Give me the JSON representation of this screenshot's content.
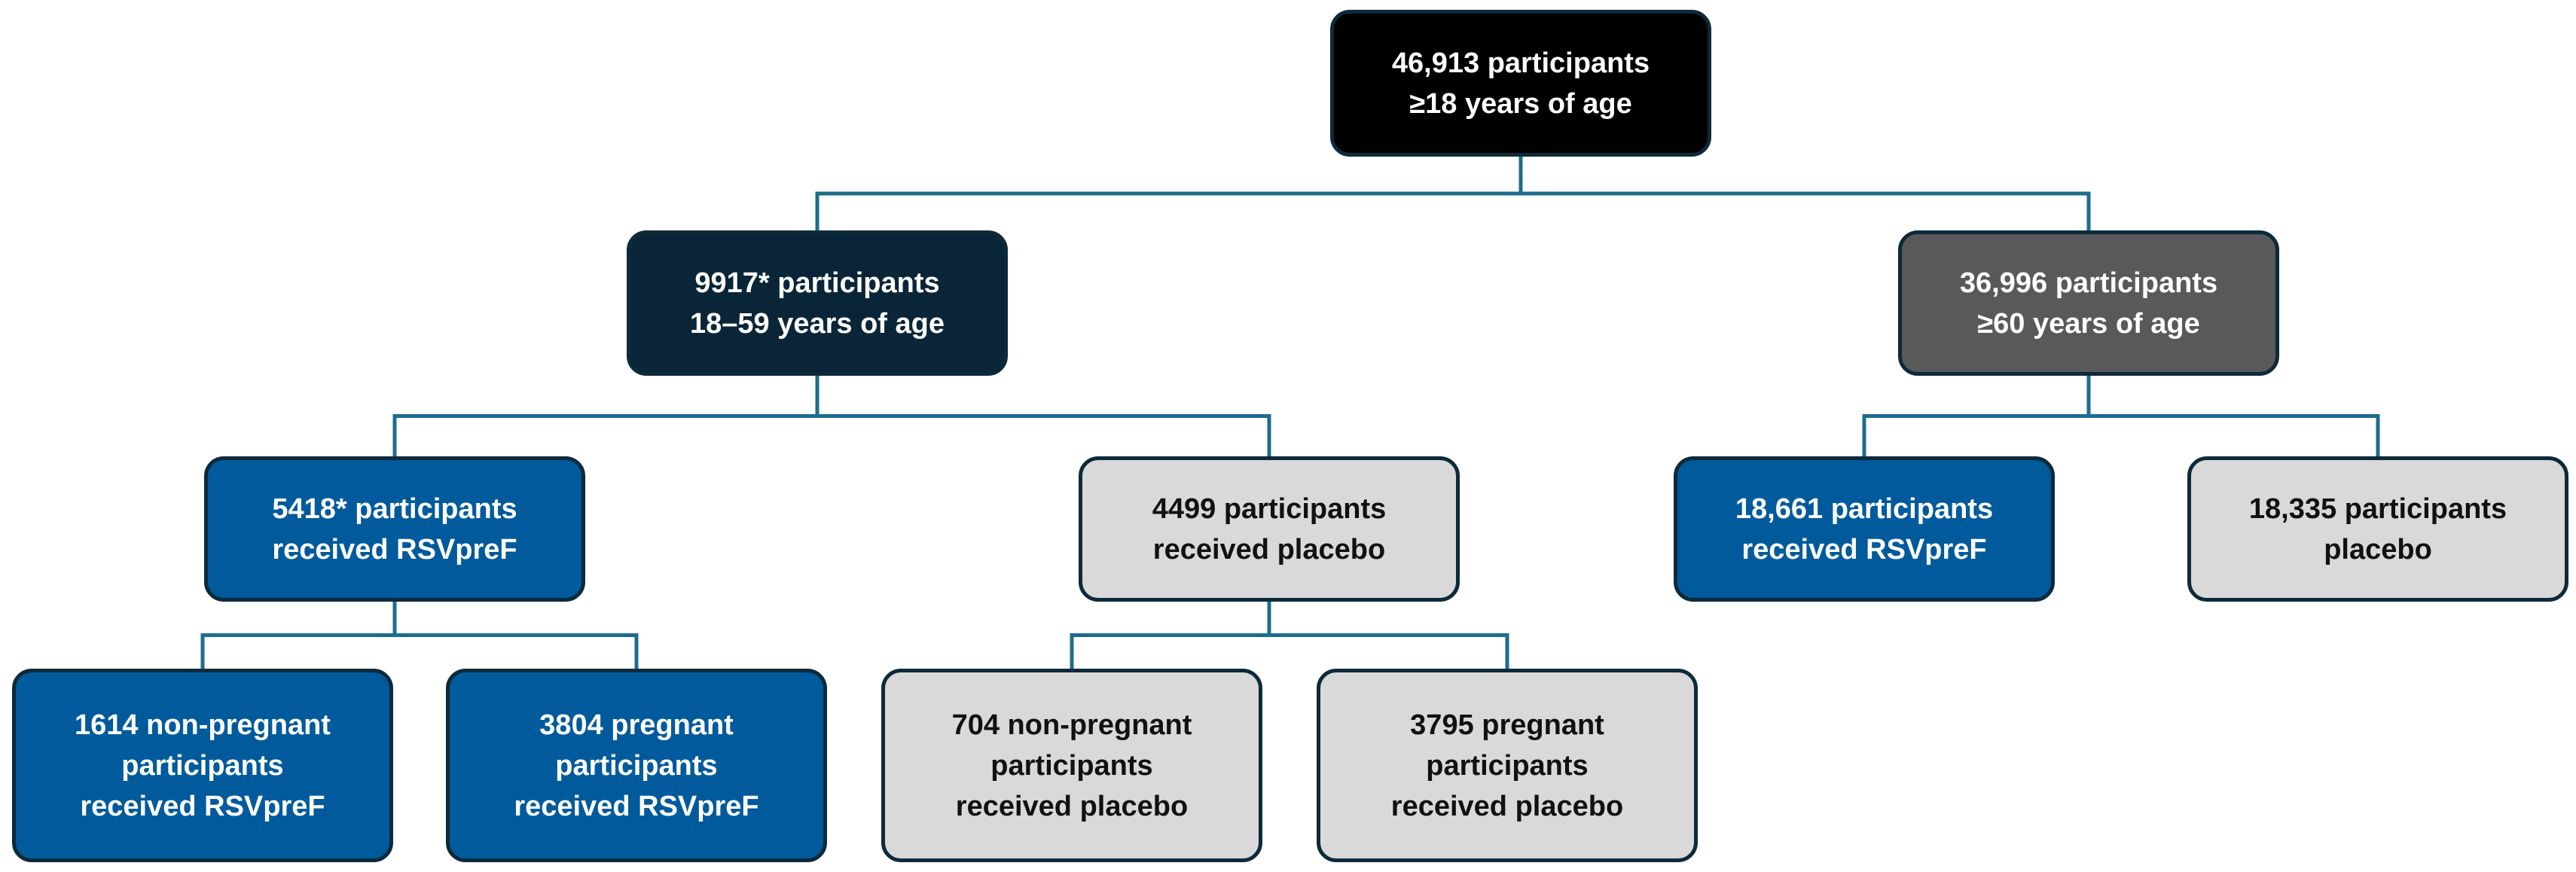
{
  "colors": {
    "connector": "#1d6c8c",
    "border": "#0d2a3a",
    "root_fill": "#000000",
    "navy_fill": "#0b2538",
    "gray_fill": "#595959",
    "blue_fill": "#005a9c",
    "light_fill": "#d9d9d9",
    "light_text": "#ffffff",
    "dark_text": "#111111"
  },
  "nodes": [
    {
      "id": "root",
      "style": "root",
      "lines": [
        "46,913 participants",
        "≥18 years of age"
      ]
    },
    {
      "id": "age-18-59",
      "style": "navy",
      "lines": [
        "9917* participants",
        "18–59 years of age"
      ]
    },
    {
      "id": "age-60-plus",
      "style": "gray",
      "lines": [
        "36,996 participants",
        "≥60 years of age"
      ]
    },
    {
      "id": "young-rsvpref",
      "style": "blue",
      "lines": [
        "5418* participants",
        "received RSVpreF"
      ]
    },
    {
      "id": "young-placebo",
      "style": "light",
      "lines": [
        "4499 participants",
        "received placebo"
      ]
    },
    {
      "id": "old-rsvpref",
      "style": "blue",
      "lines": [
        "18,661 participants",
        "received RSVpreF"
      ]
    },
    {
      "id": "old-placebo",
      "style": "light",
      "lines": [
        "18,335 participants",
        "placebo"
      ]
    },
    {
      "id": "nonpregnant-rsvpref",
      "style": "blue",
      "lines": [
        "1614 non-pregnant",
        "participants",
        "received RSVpreF"
      ]
    },
    {
      "id": "pregnant-rsvpref",
      "style": "blue",
      "lines": [
        "3804 pregnant",
        "participants",
        "received RSVpreF"
      ]
    },
    {
      "id": "nonpregnant-placebo",
      "style": "light",
      "lines": [
        "704 non-pregnant",
        "participants",
        "received placebo"
      ]
    },
    {
      "id": "pregnant-placebo",
      "style": "light",
      "lines": [
        "3795 pregnant",
        "participants",
        "received placebo"
      ]
    }
  ],
  "edges": [
    {
      "from": "root",
      "to": [
        "age-18-59",
        "age-60-plus"
      ]
    },
    {
      "from": "age-18-59",
      "to": [
        "young-rsvpref",
        "young-placebo"
      ]
    },
    {
      "from": "age-60-plus",
      "to": [
        "old-rsvpref",
        "old-placebo"
      ]
    },
    {
      "from": "young-rsvpref",
      "to": [
        "nonpregnant-rsvpref",
        "pregnant-rsvpref"
      ]
    },
    {
      "from": "young-placebo",
      "to": [
        "nonpregnant-placebo",
        "pregnant-placebo"
      ]
    }
  ]
}
